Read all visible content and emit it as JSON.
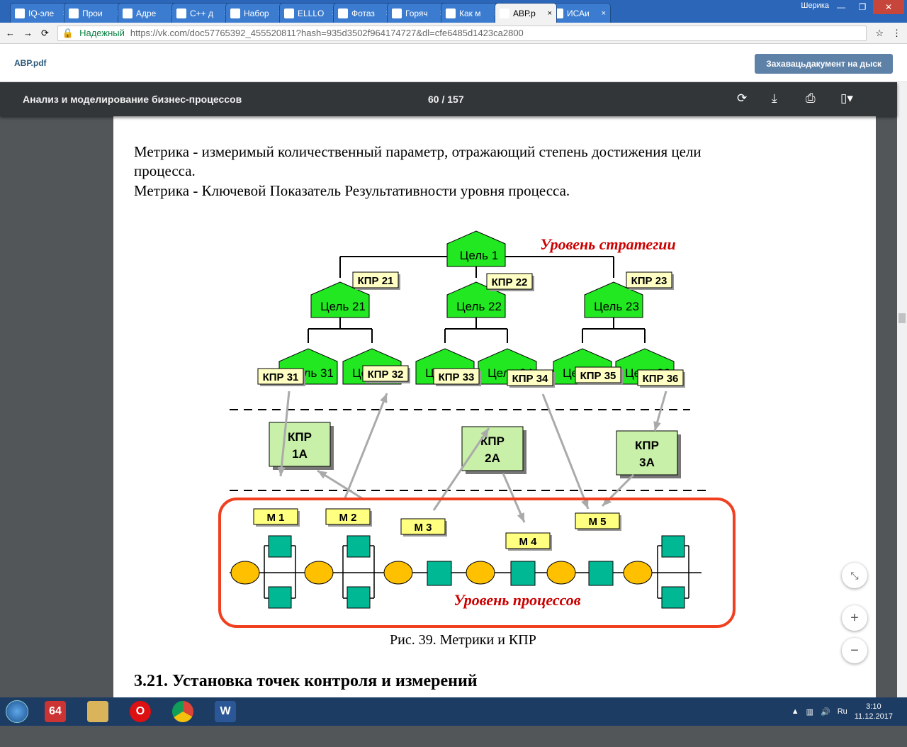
{
  "tabs": [
    {
      "label": "IQ-эле"
    },
    {
      "label": "Прои"
    },
    {
      "label": "Адре"
    },
    {
      "label": "C++ д"
    },
    {
      "label": "Набор"
    },
    {
      "label": "ELLLO"
    },
    {
      "label": "Фотаз"
    },
    {
      "label": "Горяч"
    },
    {
      "label": "Как м"
    },
    {
      "label": "АВР.р"
    },
    {
      "label": "ИСАи"
    }
  ],
  "user": "Шерика",
  "address": {
    "secure": "Надежный",
    "url": "https://vk.com/doc57765392_455520811?hash=935d3502f964174727&dl=cfe6485d1423ca2800"
  },
  "doc": {
    "name": "АВР.pdf",
    "save": "Захавацьдакумент на дыск"
  },
  "pdf": {
    "title": "Анализ и моделирование бизнес-процессов",
    "page": "60",
    "sep": "/",
    "total": "157"
  },
  "body": {
    "p1": "Метрика - измеримый количественный параметр, отражающий степень достижения цели",
    "p2": "процесса.",
    "p3": "Метрика - Ключевой Показатель Результативности уровня процесса.",
    "caption": "Рис. 39. Метрики и КПР",
    "heading": "3.21.  Установка точек контроля и измерений"
  },
  "diagram": {
    "strategy": "Уровень стратегии",
    "process": "Уровень процессов",
    "goals": [
      {
        "t": "Цель 1"
      },
      {
        "t": "Цель 21"
      },
      {
        "t": "Цель 22"
      },
      {
        "t": "Цель 23"
      },
      {
        "t": "Цель 31"
      },
      {
        "t": "Цель 32"
      },
      {
        "t": "Цель 33"
      },
      {
        "t": "Цель 34"
      },
      {
        "t": "Цель 35"
      },
      {
        "t": "Цель 36"
      }
    ],
    "kpr": [
      "КПР 21",
      "КПР 22",
      "КПР 23",
      "КПР 31",
      "КПР 32",
      "КПР 33",
      "КПР 34",
      "КПР 35",
      "КПР 36"
    ],
    "kprA": [
      [
        "КПР",
        "1А"
      ],
      [
        "КПР",
        "2А"
      ],
      [
        "КПР",
        "3А"
      ]
    ],
    "metrics": [
      "М 1",
      "М 2",
      "М 3",
      "М 4",
      "М 5"
    ]
  },
  "zoom": {
    "fit": "⤡",
    "plus": "+",
    "minus": "−"
  },
  "taskbar": {
    "lang": "Ru",
    "time": "3:10",
    "date": "11.12.2017"
  }
}
